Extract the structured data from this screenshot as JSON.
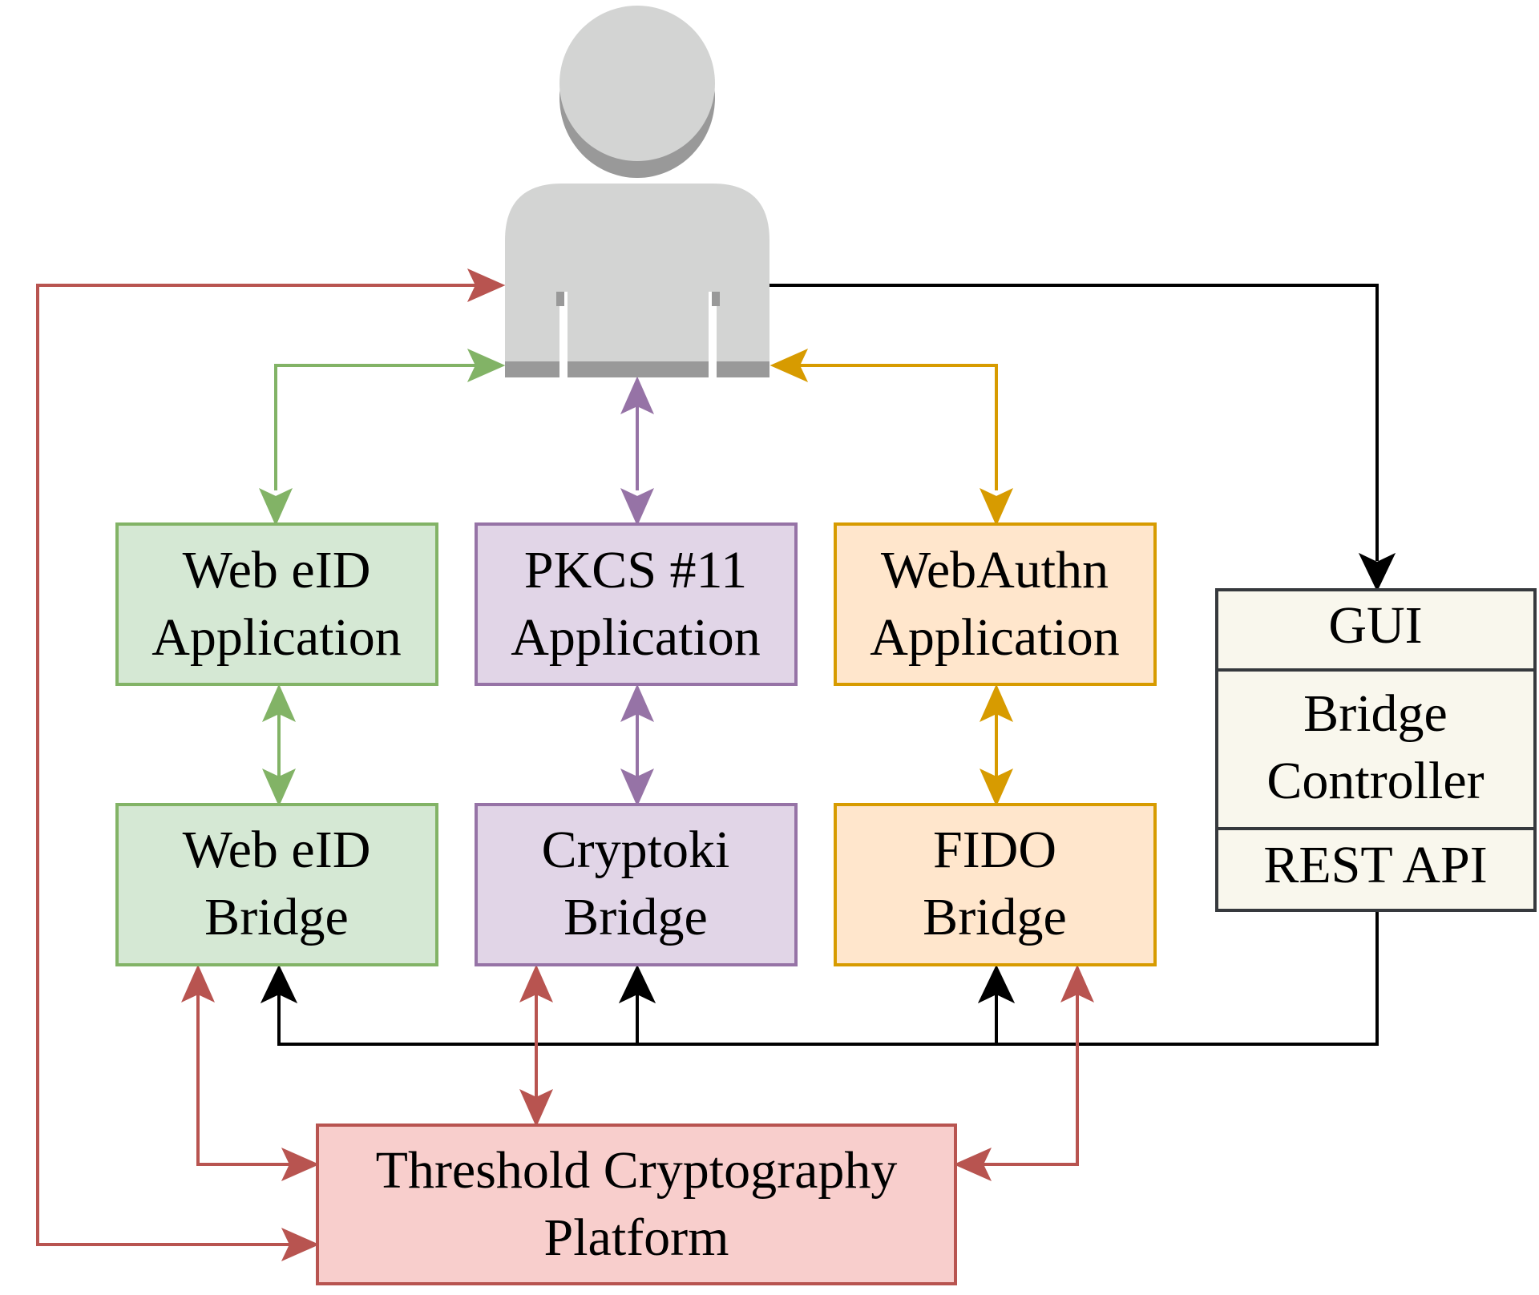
{
  "diagram": {
    "user": {
      "icon": "user-icon"
    },
    "boxes": {
      "webeid_app": {
        "line1": "Web eID",
        "line2": "Application"
      },
      "pkcs_app": {
        "line1": "PKCS #11",
        "line2": "Application"
      },
      "webauthn_app": {
        "line1": "WebAuthn",
        "line2": "Application"
      },
      "webeid_bridge": {
        "line1": "Web eID",
        "line2": "Bridge"
      },
      "crypto_bridge": {
        "line1": "Cryptoki",
        "line2": "Bridge"
      },
      "fido_bridge": {
        "line1": "FIDO",
        "line2": "Bridge"
      },
      "threshold": {
        "line1": "Threshold Cryptography",
        "line2": "Platform"
      }
    },
    "controller": {
      "gui": "GUI",
      "bridge_line1": "Bridge",
      "bridge_line2": "Controller",
      "rest_api": "REST API"
    },
    "colors": {
      "green_fill": "#d5e8d4",
      "green_stroke": "#82b366",
      "purple_fill": "#e1d5e7",
      "purple_stroke": "#9673a6",
      "orange_fill": "#ffe6cc",
      "orange_stroke": "#d79b00",
      "red_fill": "#f8cecc",
      "red_stroke": "#b85450",
      "controller_fill": "#f9f7ed",
      "controller_stroke": "#36393d",
      "user_fill": "#d3d4d3",
      "user_shade": "#999999"
    }
  }
}
